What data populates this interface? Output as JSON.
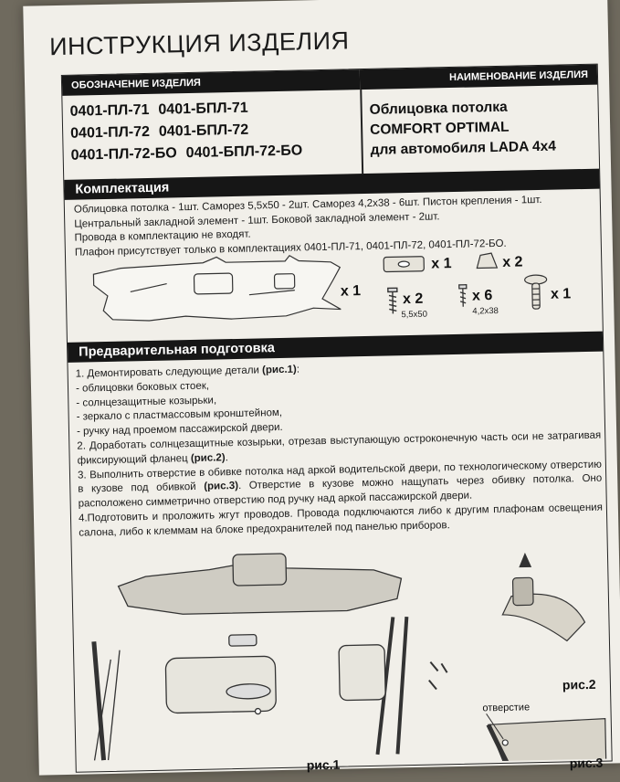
{
  "title": "ИНСТРУКЦИЯ ИЗДЕЛИЯ",
  "header": {
    "designation_label": "ОБОЗНАЧЕНИЕ ИЗДЕЛИЯ",
    "name_label": "НАИМЕНОВАНИЕ ИЗДЕЛИЯ"
  },
  "codes": [
    [
      "0401-ПЛ-71",
      "0401-БПЛ-71"
    ],
    [
      "0401-ПЛ-72",
      "0401-БПЛ-72"
    ],
    [
      "0401-ПЛ-72-БО",
      "0401-БПЛ-72-БО"
    ]
  ],
  "product_name": [
    "Облицовка потолка",
    "COMFORT OPTIMAL",
    "для автомобиля LADA 4x4"
  ],
  "kit": {
    "heading": "Комплектация",
    "lines": [
      "Облицовка потолка - 1шт. Саморез 5,5х50 - 2шт. Саморез 4,2х38 - 6шт. Пистон крепления - 1шт.",
      "Центральный закладной элемент - 1шт. Боковой закладной элемент - 2шт.",
      "Провода в комплектацию не входят.",
      "Плафон присутствует только в комплектациях 0401-ПЛ-71, 0401-ПЛ-72, 0401-ПЛ-72-БО."
    ],
    "panel_qty": "x 1",
    "center_insert_qty": "x 1",
    "side_insert_qty": "x 2",
    "screw_large_qty": "x 2",
    "screw_large_size": "5,5x50",
    "screw_small_qty": "x 6",
    "screw_small_size": "4,2x38",
    "piston_qty": "x 1"
  },
  "prep": {
    "heading": "Предварительная подготовка",
    "step1_intro": "1. Демонтировать следующие детали ",
    "step1_ref": "(рис.1)",
    "step1_colon": ":",
    "step1_items": [
      "- облицовки боковых стоек,",
      "- солнцезащитные козырьки,",
      "- зеркало с пластмассовым кронштейном,",
      "- ручку над проемом пассажирской двери."
    ],
    "step2": "2. Доработать солнцезащитные козырьки, отрезав выступающую остроконечную часть оси не затрагивая фиксирующий фланец ",
    "step2_ref": "(рис.2)",
    "step2_end": ".",
    "step3a": "3. Выполнить отверстие в обивке потолка над аркой водительской двери, по технологическому отверстию в кузове под обивкой ",
    "step3_ref": "(рис.3)",
    "step3b": ". Отверстие в кузове можно нащупать через обивку потолка. Оно расположено симметрично отверстию под ручку над аркой пассажирской двери.",
    "step4": "4.Подготовить и проложить жгут проводов. Провода подключаются либо к другим плафонам освещения салона, либо к клеммам на блоке предохранителей под панелью приборов."
  },
  "figures": {
    "fig1": "рис.1",
    "fig2": "рис.2",
    "fig3": "рис.3",
    "hole_label": "отверстие"
  }
}
